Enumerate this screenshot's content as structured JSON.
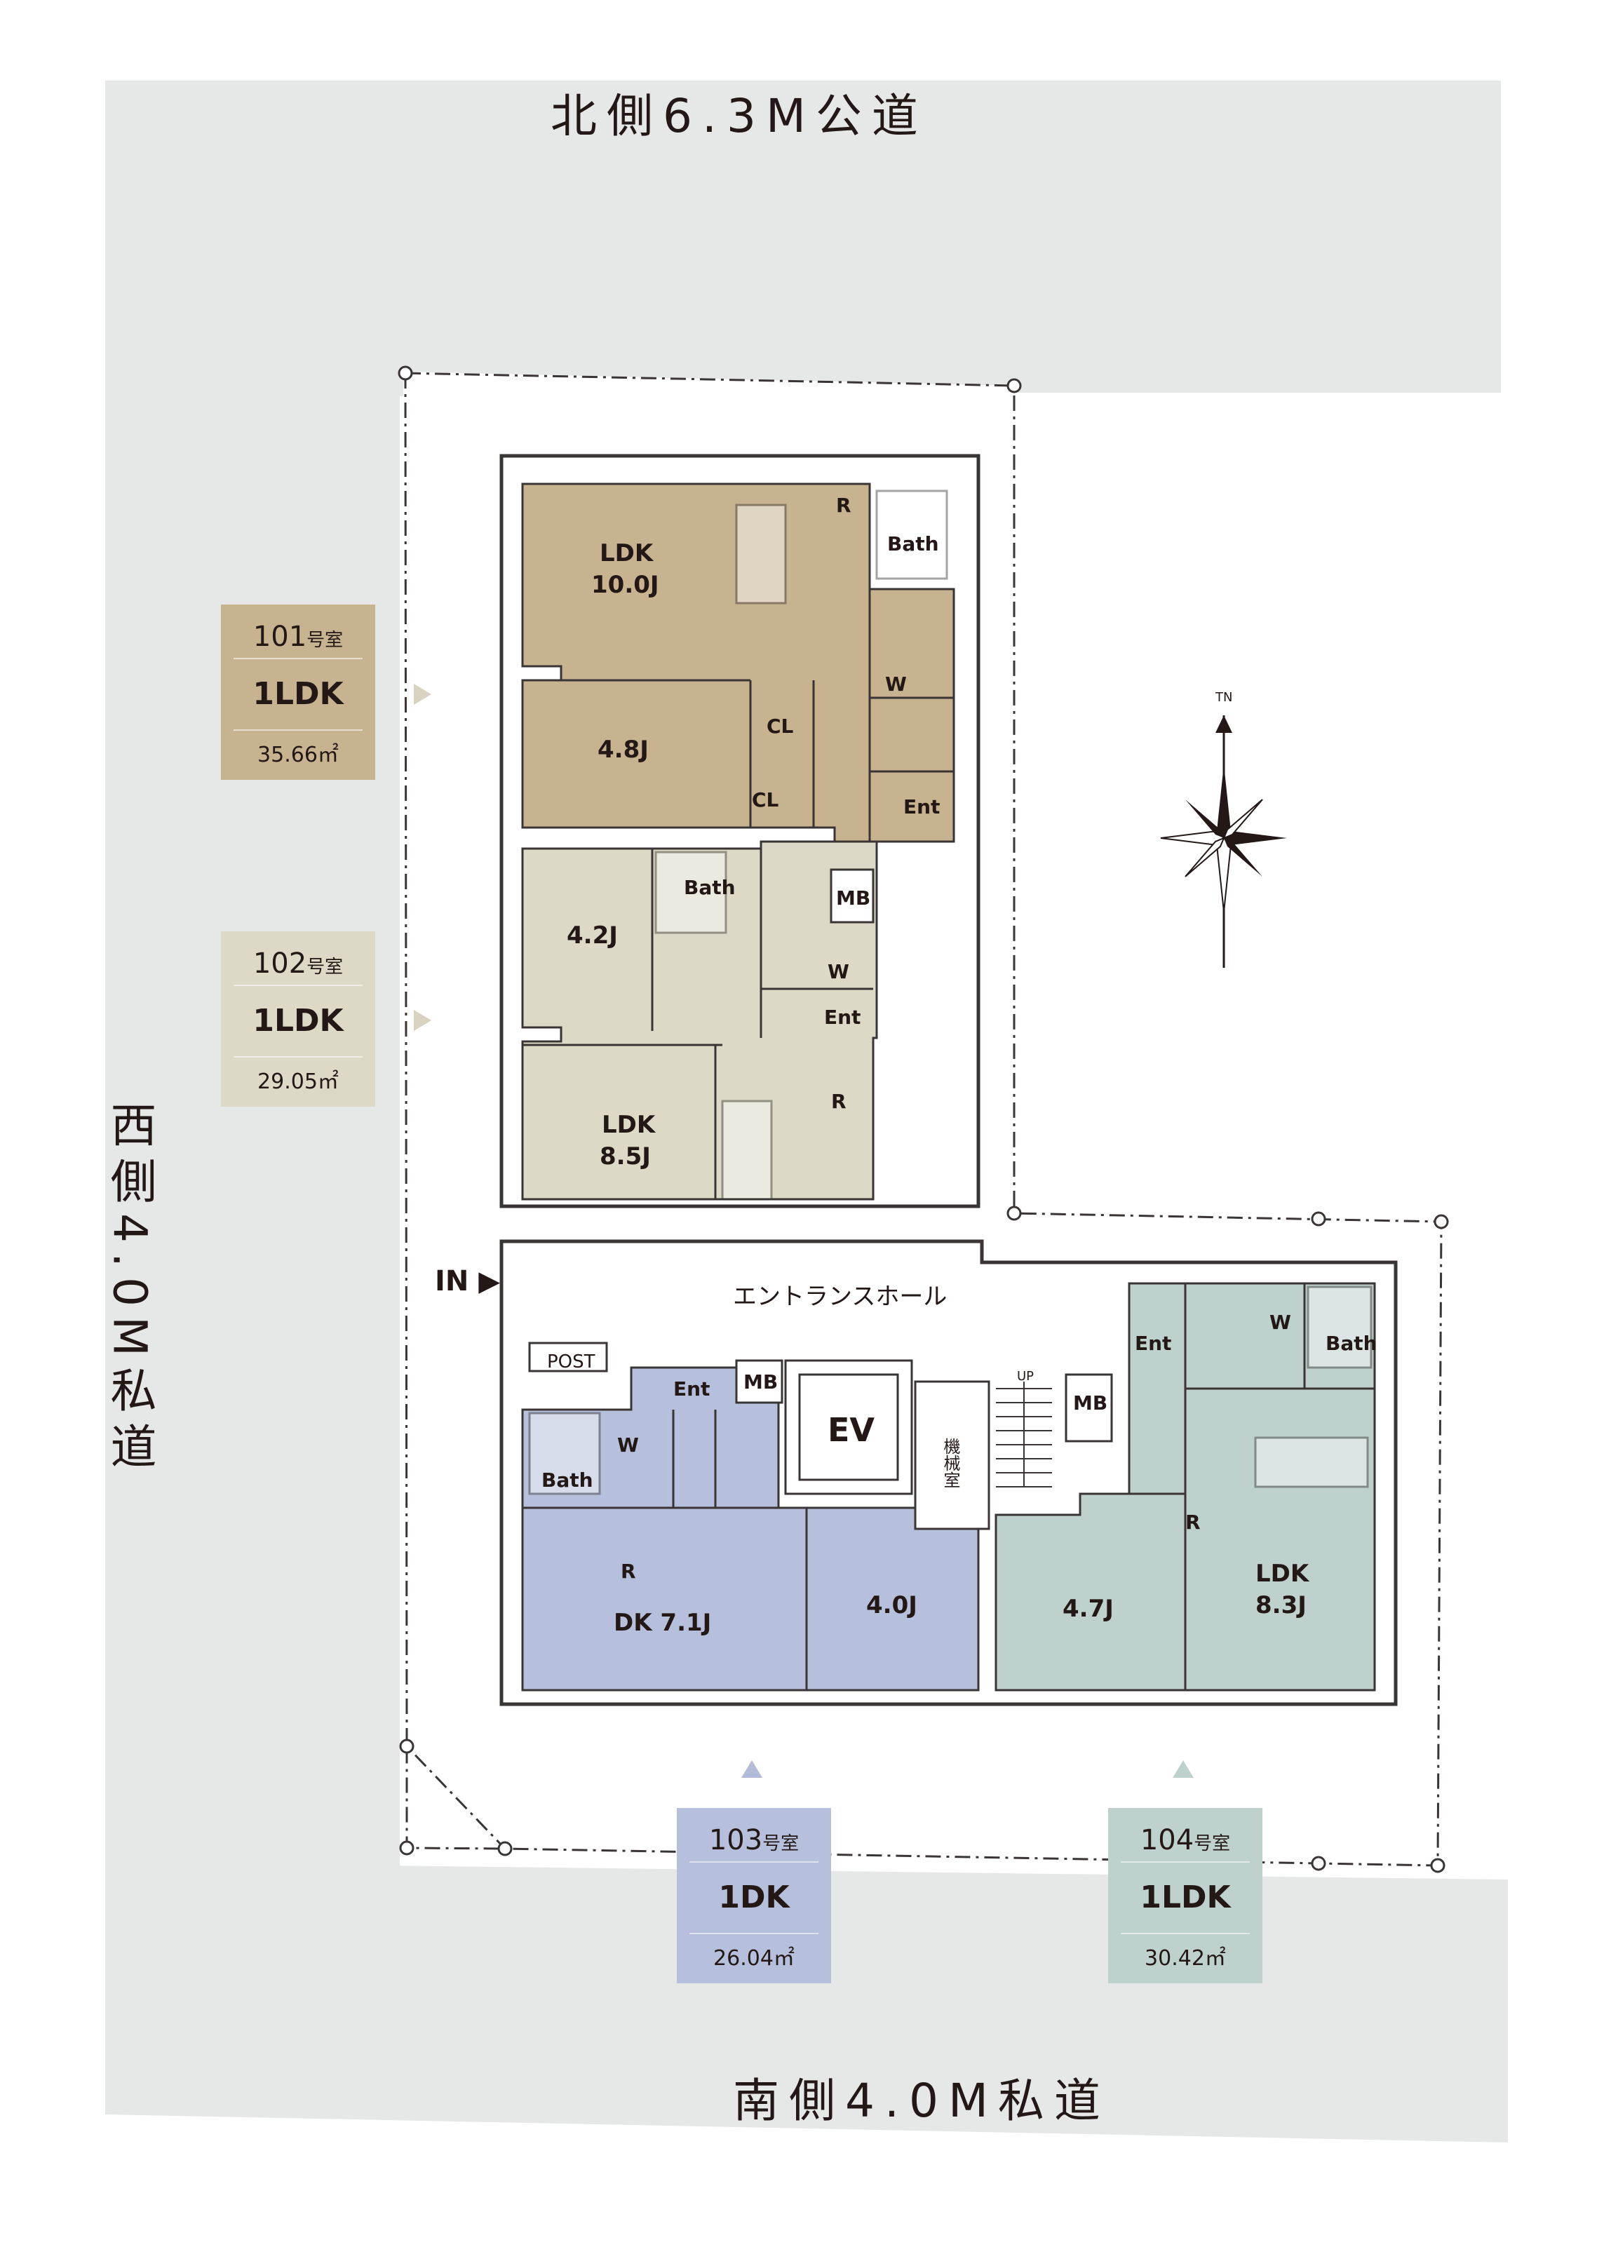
{
  "roads": {
    "north": "北側6.3M公道",
    "west": "西側4.0M私道",
    "south": "南側4.0M私道"
  },
  "compass": {
    "label": "TN"
  },
  "entrance": {
    "in_label": "IN ▶",
    "hall_label": "エントランスホール",
    "post_label": "POST",
    "ev_label": "EV",
    "machine_room_label": "機械室",
    "stairs_up_label": "UP",
    "mb_label": "MB"
  },
  "units": [
    {
      "id": "101",
      "number": "101",
      "suffix": "号室",
      "type": "1LDK",
      "area": "35.66㎡",
      "color": "#c8b391",
      "rooms": {
        "ldk": "LDK",
        "ldk_size": "10.0J",
        "bed": "4.8J",
        "cl1": "CL",
        "cl2": "CL",
        "r": "R",
        "bath": "Bath",
        "w": "W",
        "ent": "Ent"
      }
    },
    {
      "id": "102",
      "number": "102",
      "suffix": "号室",
      "type": "1LDK",
      "area": "29.05㎡",
      "color": "#dcdac6",
      "rooms": {
        "bed": "4.2J",
        "bath": "Bath",
        "w": "W",
        "ent": "Ent",
        "r": "R",
        "ldk": "LDK",
        "ldk_size": "8.5J"
      }
    },
    {
      "id": "103",
      "number": "103",
      "suffix": "号室",
      "type": "1DK",
      "area": "26.04㎡",
      "color": "#b6c0dc",
      "rooms": {
        "ent": "Ent",
        "mb": "MB",
        "bath": "Bath",
        "w": "W",
        "r": "R",
        "dk": "DK 7.1J",
        "bed": "4.0J"
      }
    },
    {
      "id": "104",
      "number": "104",
      "suffix": "号室",
      "type": "1LDK",
      "area": "30.42㎡",
      "color": "#bfd1cd",
      "rooms": {
        "ent": "Ent",
        "w": "W",
        "bath": "Bath",
        "mb": "MB",
        "r": "R",
        "bed": "4.7J",
        "ldk": "LDK",
        "ldk_size": "8.3J"
      }
    }
  ],
  "colors": {
    "road": "#e6e8e8",
    "wall": "#3a3534",
    "boundary": "#3a3534",
    "text": "#231815",
    "arrow": "#d8d3c0",
    "arrow_south": "#b2bbd7"
  }
}
